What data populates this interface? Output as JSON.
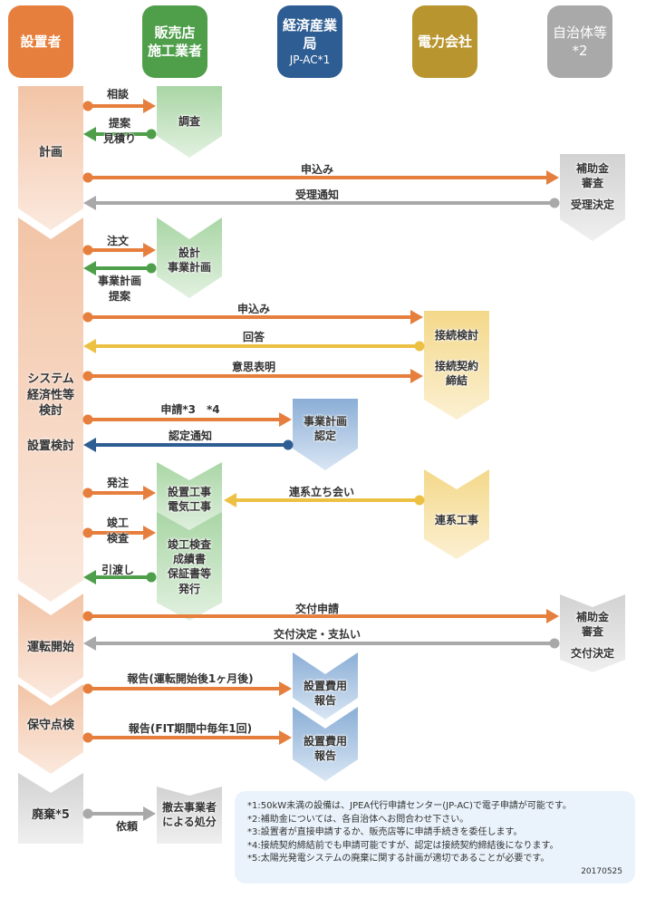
{
  "headers": [
    {
      "label": "設置者",
      "color": "#e67f3d"
    },
    {
      "label": "販売店\n施工業者",
      "color": "#4e9e4a"
    },
    {
      "label": "経済産業局",
      "sub": "JP-AC*1",
      "color": "#2e5d93"
    },
    {
      "label": "電力会社",
      "color": "#b8952e"
    },
    {
      "label": "自治体等*2",
      "color": "#a9a9a9"
    }
  ],
  "colors": {
    "orange": "#e67f3d",
    "green": "#4e9e4a",
    "blue": "#2e5d93",
    "yellow": "#ecc143",
    "gray": "#a9a9a9"
  },
  "phases": {
    "keikaku": "計画",
    "system": "システム\n経済性等\n検討",
    "setchi": "設置検討",
    "unten": "運転開始",
    "hoshu": "保守点検",
    "haiki": "廃棄*5"
  },
  "boxes": {
    "chousa": "調査",
    "sekkei": "設計\n事業計画",
    "hojokin1_top": "補助金\n審査",
    "hojokin1_bottom": "受理決定",
    "setsuzoku_kentou": "接続検討",
    "setsuzoku_keiyaku": "接続契約\n締結",
    "jigyou_nintei": "事業計画\n認定",
    "setchi_kouji": "設置工事\n電気工事",
    "renkei_kouji": "連系工事",
    "shunkou": "竣工検査\n成績書\n保証書等\n発行",
    "hojokin2_top": "補助金\n審査",
    "hojokin2_bottom": "交付決定",
    "hiyou1": "設置費用\n報告",
    "hiyou2": "設置費用\n報告",
    "tekkyo": "撤去事業者\nによる処分"
  },
  "arrows": {
    "soudan": "相談",
    "teian_mitsumori": "提案\n見積り",
    "moushikomi1": "申込み",
    "juri_tsuchi": "受理通知",
    "chuumon": "注文",
    "jigyou_teian": "事業計画\n提案",
    "moushikomi2": "申込み",
    "kaitou": "回答",
    "ishi": "意思表明",
    "shinsei": "申請*3　*4",
    "nintei_tsuchi": "認定通知",
    "hacchuu": "発注",
    "shunkou_kensa": "竣工\n検査",
    "renkei_tachiai": "連系立ち会い",
    "hikiwatashi": "引渡し",
    "koufu_shinsei": "交付申請",
    "koufu_kettei": "交付決定・支払い",
    "houkoku1": "報告(運転開始後1ヶ月後)",
    "houkoku2": "報告(FIT期間中毎年1回)",
    "irai": "依頼"
  },
  "notes": [
    "*1:50kW未満の設備は、JPEA代行申請センター(JP-AC)で電子申請が可能です。",
    "*2:補助金については、各自治体へお問合わせ下さい。",
    "*3:設置者が直接申請するか、販売店等に申請手続きを委任します。",
    "*4:接続契約締結前でも申請可能ですが、認定は接続契約締結後になります。",
    "*5:太陽光発電システムの廃棄に関する計画が適切であることが必要です。"
  ],
  "date": "20170525"
}
